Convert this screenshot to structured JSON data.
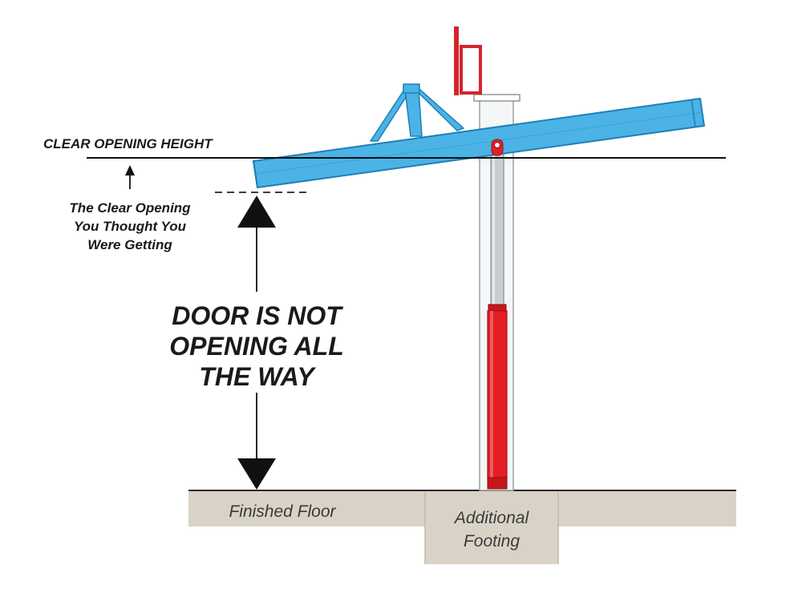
{
  "labels": {
    "clear_opening_height": "CLEAR OPENING HEIGHT",
    "thought_line1": "The Clear Opening",
    "thought_line2": "You Thought You",
    "thought_line3": "Were Getting",
    "door_line1": "DOOR IS NOT",
    "door_line2": "OPENING ALL",
    "door_line3": "THE WAY",
    "finished_floor": "Finished Floor",
    "footing_line1": "Additional",
    "footing_line2": "Footing"
  },
  "colors": {
    "beam": "#4bb3e6",
    "beam_stroke": "#1f7fb5",
    "cylinder": "#e31e24",
    "rod": "#c9cdd1",
    "floor": "#d9d3c7",
    "text": "#1a1a1a"
  }
}
